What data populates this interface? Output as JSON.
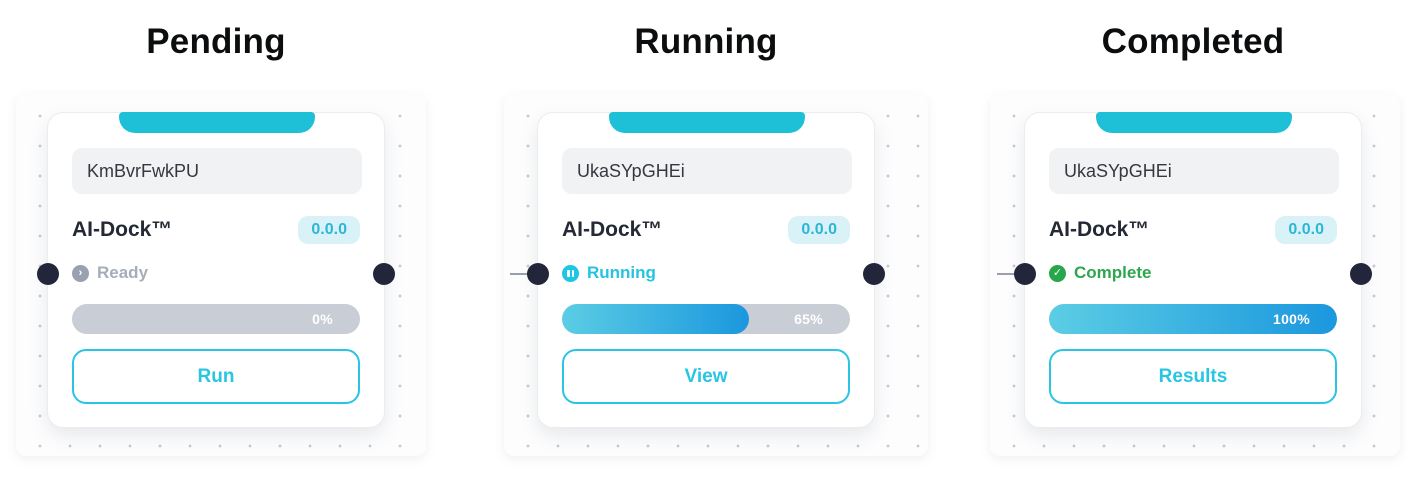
{
  "colors": {
    "accent_cyan": "#29c5e2",
    "tab_teal": "#1ec0d7",
    "progress_track": "#c9cdd5",
    "progress_gradient_start": "#5bcde4",
    "progress_gradient_end": "#1b97de",
    "handle_dark": "#23263a",
    "badge_bg": "#d9f2f8",
    "badge_text": "#2db6d6"
  },
  "columns": [
    {
      "title": "Pending",
      "card": {
        "input_value": "KmBvrFwkPU",
        "tool_name": "AI-Dock™",
        "version": "0.0.0",
        "status": {
          "label": "Ready",
          "icon": "chevron-right-circle-icon",
          "glyph": "›",
          "color": "#a6adba",
          "icon_color": "#99a1b0"
        },
        "progress": {
          "percent": 0,
          "label": "0%"
        },
        "action_label": "Run"
      }
    },
    {
      "title": "Running",
      "card": {
        "input_value": "UkaSYpGHEi",
        "tool_name": "AI-Dock™",
        "version": "0.0.0",
        "status": {
          "label": "Running",
          "icon": "pause-circle-icon",
          "color": "#25c3e0",
          "icon_color": "#1ec6e6"
        },
        "progress": {
          "percent": 65,
          "label": "65%"
        },
        "action_label": "View"
      }
    },
    {
      "title": "Completed",
      "card": {
        "input_value": "UkaSYpGHEi",
        "tool_name": "AI-Dock™",
        "version": "0.0.0",
        "status": {
          "label": "Complete",
          "icon": "check-circle-icon",
          "glyph": "✓",
          "color": "#2ca74d",
          "icon_color": "#27a74b"
        },
        "progress": {
          "percent": 100,
          "label": "100%"
        },
        "action_label": "Results"
      }
    }
  ]
}
